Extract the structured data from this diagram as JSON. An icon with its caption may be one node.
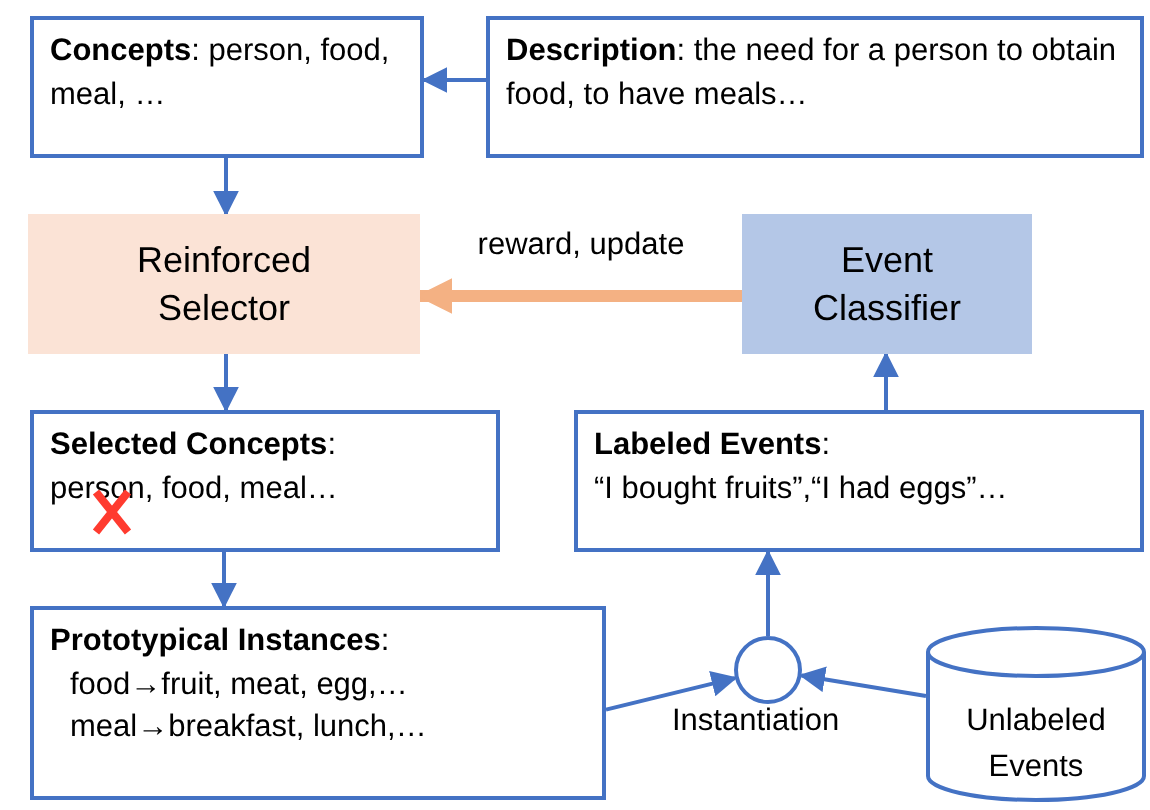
{
  "diagram": {
    "nodes": [
      {
        "text": [
          "**Concepts**: person, food, meal, …"
        ]
      },
      {
        "text": [
          "**Description**: the need for a person to obtain food, to have meals…"
        ]
      },
      {
        "text": [
          "Reinforced Selector"
        ]
      },
      {
        "text": [
          "Event Classifier"
        ]
      },
      {
        "text": [
          "**Selected Concepts**:",
          "person, food, meal…"
        ]
      },
      {
        "text": [
          "**Labeled Events**:",
          "“I bought fruits”,“I had eggs”…"
        ]
      },
      {
        "text": [
          "**Prototypical Instances**:",
          "food→fruit, meat, egg,…",
          "meal→breakfast, lunch,…"
        ]
      },
      {
        "text": [],
        "shape": "circle",
        "beside": [
          "Instantiation"
        ]
      },
      {
        "text": [
          "Unlabeled Events"
        ]
      }
    ],
    "edges": [
      {
        "from": 1,
        "to": 0,
        "arrow": "to"
      },
      {
        "from": 0,
        "to": 2,
        "arrow": "to"
      },
      {
        "from": 2,
        "to": 4,
        "arrow": "to"
      },
      {
        "from": 4,
        "to": 6,
        "arrow": "to"
      },
      {
        "from": 6,
        "to": 7,
        "arrow": "to"
      },
      {
        "from": 8,
        "to": 7,
        "arrow": "to"
      },
      {
        "from": 7,
        "to": 5,
        "arrow": "to"
      },
      {
        "from": 5,
        "to": 3,
        "arrow": "to"
      },
      {
        "from": 3,
        "to": 2,
        "arrow": "to",
        "label": "reward, update",
        "style": "thick",
        "color": "#f4b183"
      }
    ]
  }
}
